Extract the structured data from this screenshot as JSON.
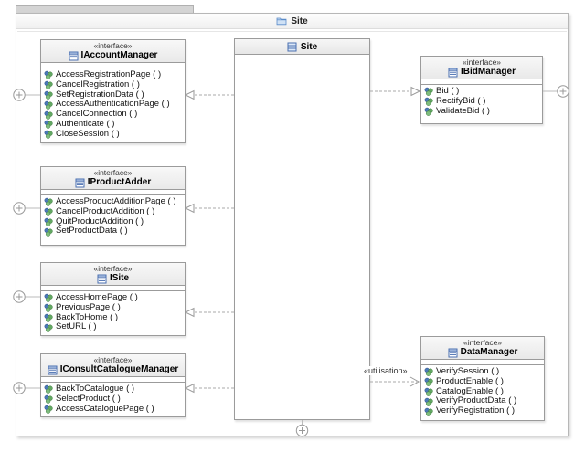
{
  "frame": {
    "title": "Site"
  },
  "component": {
    "name": "Site"
  },
  "dependency": {
    "label": "«utilisation»"
  },
  "interfaces": [
    {
      "stereotype": "«interface»",
      "name": "IAccountManager",
      "methods": [
        "AccessRegistrationPage ( )",
        "CancelRegistration ( )",
        "SetRegistrationData ( )",
        "AccessAuthenticationPage ( )",
        "CancelConnection ( )",
        "Authenticate ( )",
        "CloseSession ( )"
      ]
    },
    {
      "stereotype": "«interface»",
      "name": "IProductAdder",
      "methods": [
        "AccessProductAdditionPage ( )",
        "CancelProductAddition ( )",
        "QuitProductAddition ( )",
        "SetProductData ( )"
      ]
    },
    {
      "stereotype": "«interface»",
      "name": "ISite",
      "methods": [
        "AccessHomePage ( )",
        "PreviousPage ( )",
        "BackToHome ( )",
        "SetURL ( )"
      ]
    },
    {
      "stereotype": "«interface»",
      "name": "IConsultCatalogueManager",
      "methods": [
        "BackToCatalogue ( )",
        "SelectProduct ( )",
        "AccessCataloguePage ( )"
      ]
    },
    {
      "stereotype": "«interface»",
      "name": "IBidManager",
      "methods": [
        "Bid ( )",
        "RectifyBid ( )",
        "ValidateBid ( )"
      ]
    },
    {
      "stereotype": "«interface»",
      "name": "DataManager",
      "methods": [
        "VerifySession ( )",
        "ProductEnable ( )",
        "CatalogEnable ( )",
        "VerifyProductData ( )",
        "VerifyRegistration ( )"
      ]
    }
  ],
  "colors": {
    "box_border": "#9b9b9b",
    "connector": "#aaaaaa",
    "icon_blue": "#4a6fb0",
    "icon_green": "#5fa65f"
  }
}
